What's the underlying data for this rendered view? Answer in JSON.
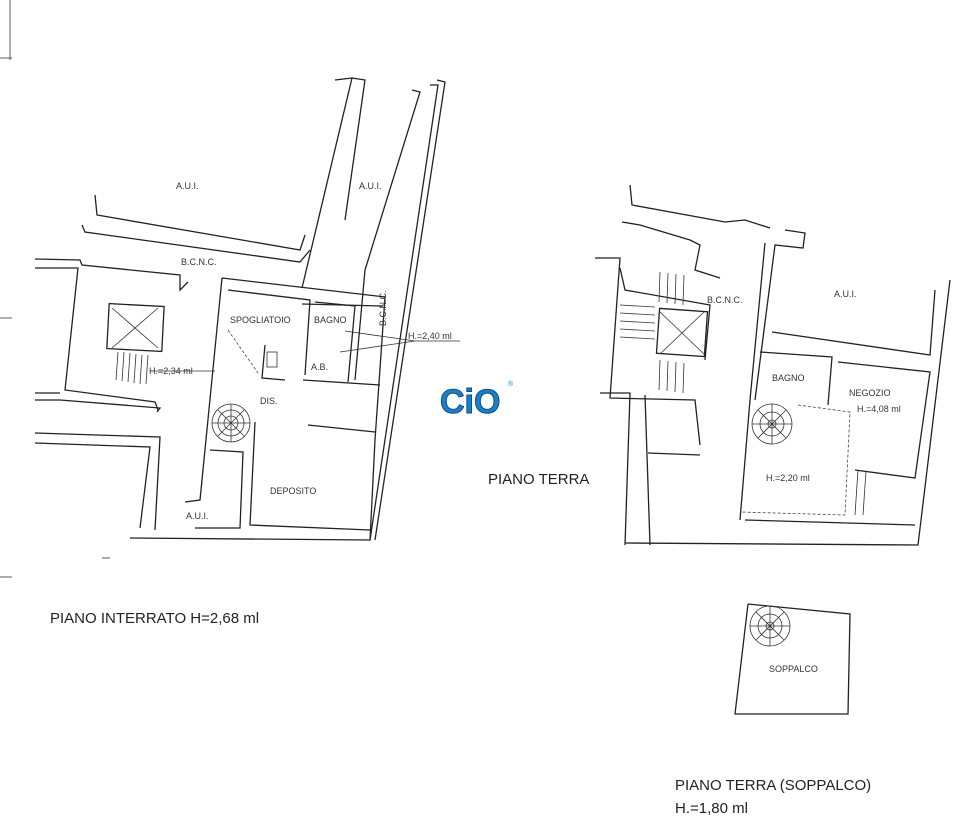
{
  "basement": {
    "title": "PIANO INTERRATO H=2,68 ml",
    "labels": {
      "aui_top_left": "A.U.I.",
      "aui_top_right": "A.U.I.",
      "bcnc_corridor": "B.C.N.C.",
      "bcnc_vertical": "B.C.N.C.",
      "spogliatoio": "SPOGLIATOIO",
      "bagno": "BAGNO",
      "height_bagno": "H.=2,40 ml",
      "height_stairs": "H.=2,34 ml",
      "ab": "A.B.",
      "dis": "DIS.",
      "deposito": "DEPOSITO",
      "aui_bottom": "A.U.I."
    }
  },
  "ground": {
    "title": "PIANO TERRA",
    "labels": {
      "bcnc": "B.C.N.C.",
      "aui": "A.U.I.",
      "bagno": "BAGNO",
      "negozio": "NEGOZIO",
      "height_negozio": "H.=4,08 ml",
      "height_lower": "H.=2,20 ml"
    }
  },
  "mezzanine": {
    "title": "PIANO TERRA (SOPPALCO)",
    "height": "H.=1,80 ml",
    "label": "SOPPALCO"
  },
  "logo": {
    "text": "CiO",
    "mark": "®",
    "color": "#1a7fc8"
  }
}
